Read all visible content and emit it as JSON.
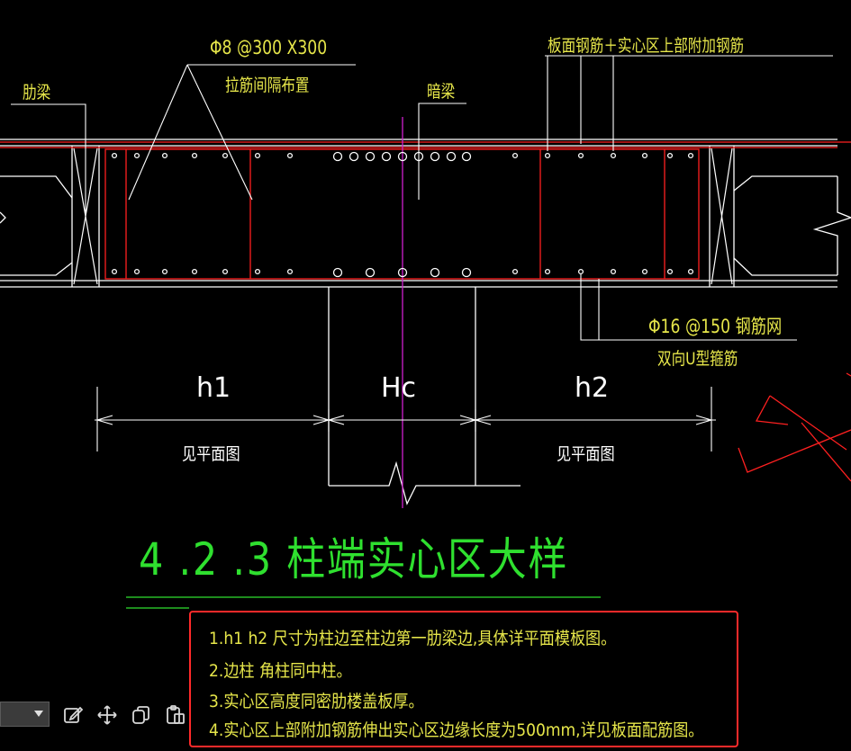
{
  "annotations": {
    "rib_beam": "肋梁",
    "tie_spec": "Φ8 @300 X300",
    "tie_note": "拉筋间隔布置",
    "hidden_beam": "暗梁",
    "slab_rebar": "板面钢筋＋实心区上部附加钢筋",
    "mesh_spec": "Φ16 @150 钢筋网",
    "stirrup_note": "双向U型箍筋"
  },
  "dimensions": {
    "h1": "h1",
    "hc": "Hc",
    "h2": "h2",
    "see_left": "见平面图",
    "see_right": "见平面图"
  },
  "title": "4 .2 .3 柱端实心区大样",
  "notes": [
    "1.h1  h2  尺寸为柱边至柱边第一肋梁边,具体详平面模板图。",
    "2.边柱  角柱同中柱。",
    "3.实心区高度同密肋楼盖板厚。",
    "4.实心区上部附加钢筋伸出实心区边缘长度为500mm,详见板面配筋图。"
  ],
  "colors": {
    "background": "#000000",
    "annotation": "#e6e64a",
    "outline": "#ffffff",
    "rebar": "#ff2020",
    "centerline": "#d020d0",
    "title": "#2fe02f",
    "highlight": "#ff2a2a"
  },
  "toolbar": {
    "icons": [
      "edit-icon",
      "move-icon",
      "copy-icon",
      "paste-icon"
    ]
  }
}
